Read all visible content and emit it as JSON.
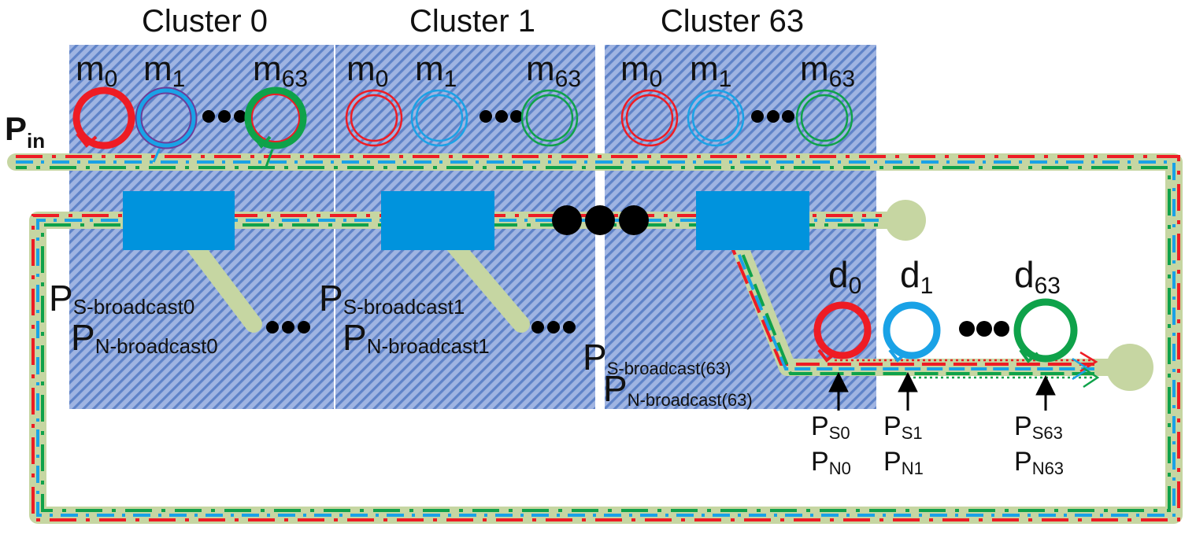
{
  "clusters": [
    {
      "title": "Cluster 0",
      "rings": [
        {
          "base": "m",
          "sub": "0"
        },
        {
          "base": "m",
          "sub": "1"
        },
        {
          "base": "m",
          "sub": "63"
        }
      ],
      "broadcast_s": {
        "base": "P",
        "sub": "S-broadcast0"
      },
      "broadcast_n": {
        "base": "P",
        "sub": "N-broadcast0"
      }
    },
    {
      "title": "Cluster 1",
      "rings": [
        {
          "base": "m",
          "sub": "0"
        },
        {
          "base": "m",
          "sub": "1"
        },
        {
          "base": "m",
          "sub": "63"
        }
      ],
      "broadcast_s": {
        "base": "P",
        "sub": "S-broadcast1"
      },
      "broadcast_n": {
        "base": "P",
        "sub": "N-broadcast1"
      }
    },
    {
      "title": "Cluster 63",
      "rings": [
        {
          "base": "m",
          "sub": "0"
        },
        {
          "base": "m",
          "sub": "1"
        },
        {
          "base": "m",
          "sub": "63"
        }
      ],
      "broadcast_s": {
        "base": "P",
        "sub": "S-broadcast(63)"
      },
      "broadcast_n": {
        "base": "P",
        "sub": "N-broadcast(63)"
      }
    }
  ],
  "input": {
    "label": "P",
    "sub": "in"
  },
  "drops": [
    {
      "base": "d",
      "sub": "0",
      "ps_sub": "S0",
      "pn_sub": "N0"
    },
    {
      "base": "d",
      "sub": "1",
      "ps_sub": "S1",
      "pn_sub": "N1"
    },
    {
      "base": "d",
      "sub": "63",
      "ps_sub": "S63",
      "pn_sub": "N63"
    }
  ],
  "colors": {
    "red": "#ee1c24",
    "blue": "#1aa2e6",
    "green": "#0fa24a",
    "purple": "#6a3d9a",
    "waveguide": "#c6d6a2",
    "splitter": "#0093dd",
    "cluster_bg": "#6e8fcf",
    "dots": "#000000"
  },
  "icons": [
    "microring-icon",
    "power-splitter-icon",
    "ellipsis-dots-icon",
    "arrow-up-icon"
  ]
}
